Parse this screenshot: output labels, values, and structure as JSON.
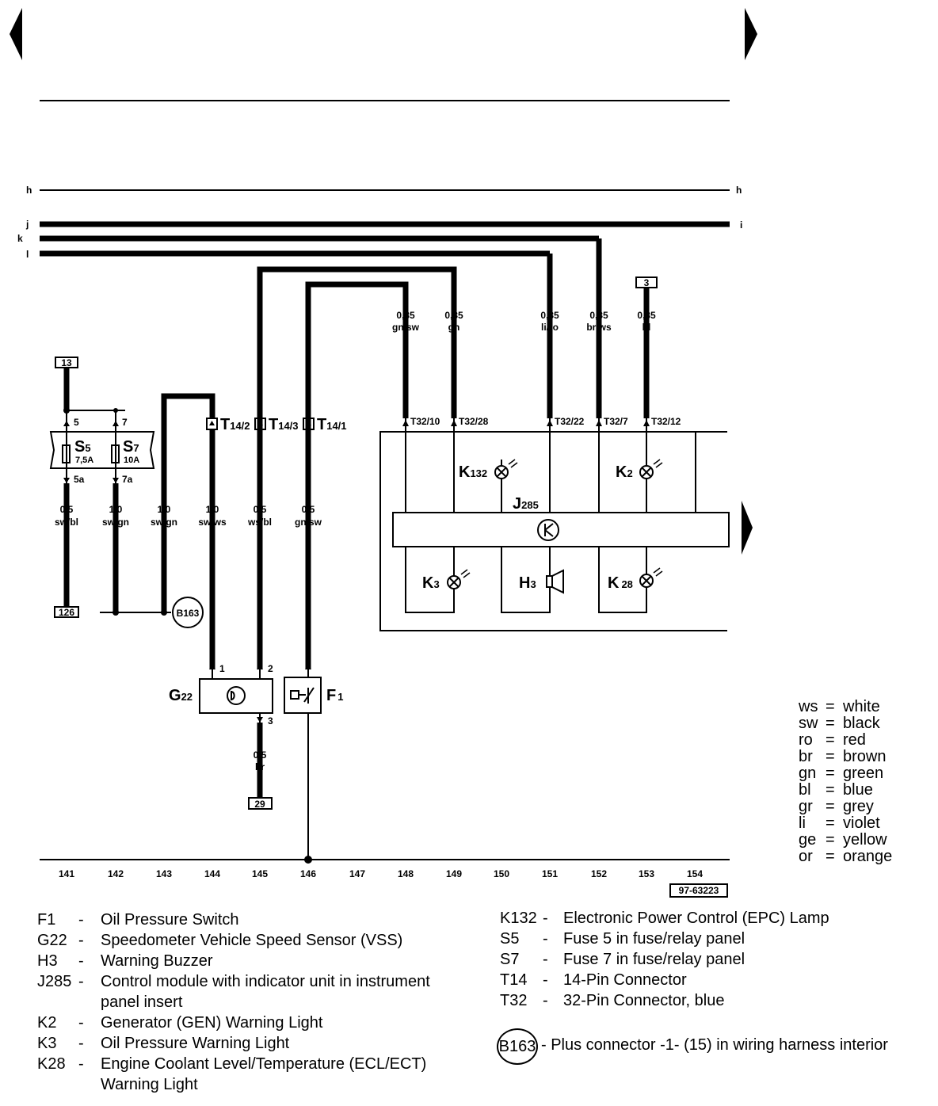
{
  "bus_labels": {
    "h": "h",
    "h_right": "h",
    "j": "j",
    "i": "i",
    "k": "k",
    "l": "l"
  },
  "terminals": {
    "t13": "13",
    "t126": "126",
    "t29": "29",
    "t3": "3"
  },
  "pins": {
    "p5": "5",
    "p7": "7",
    "p5a": "5a",
    "p7a": "7a",
    "p1": "1",
    "p2": "2",
    "p3": "3"
  },
  "fuses": {
    "s5": {
      "label": "S",
      "sub": "5",
      "rating": "7,5A"
    },
    "s7": {
      "label": "S",
      "sub": "7",
      "rating": "10A"
    }
  },
  "connectors": {
    "t14_2": {
      "label": "T",
      "sub": "14/2"
    },
    "t14_3": {
      "label": "T",
      "sub": "14/3"
    },
    "t14_1": {
      "label": "T",
      "sub": "14/1"
    },
    "t32_10": "T32/10",
    "t32_28": "T32/28",
    "t32_22": "T32/22",
    "t32_7": "T32/7",
    "t32_12": "T32/12"
  },
  "wires": {
    "w141": {
      "size": "0,5",
      "color": "sw/bl"
    },
    "w142": {
      "size": "1,0",
      "color": "sw/gn"
    },
    "w143": {
      "size": "1,0",
      "color": "sw/gn"
    },
    "w144": {
      "size": "1,0",
      "color": "sw/ws"
    },
    "w145": {
      "size": "0,5",
      "color": "ws/bl"
    },
    "w146": {
      "size": "0,5",
      "color": "gn/sw"
    },
    "w148": {
      "size": "0,35",
      "color": "gn/sw"
    },
    "w149": {
      "size": "0,35",
      "color": "gn"
    },
    "w151": {
      "size": "0,35",
      "color": "li/ro"
    },
    "w152": {
      "size": "0,35",
      "color": "br/ws"
    },
    "w153": {
      "size": "0,35",
      "color": "bl"
    },
    "w145b": {
      "size": "0,5",
      "color": "br"
    }
  },
  "components": {
    "k132": {
      "label": "K",
      "sub": "132"
    },
    "k2": {
      "label": "K",
      "sub": "2"
    },
    "j285": {
      "label": "J",
      "sub": "285"
    },
    "k3": {
      "label": "K",
      "sub": "3"
    },
    "h3": {
      "label": "H",
      "sub": "3"
    },
    "k28": {
      "label": "K",
      "sub": "28"
    },
    "g22": {
      "label": "G",
      "sub": "22"
    },
    "f1": {
      "label": "F",
      "sub": "1"
    },
    "b163": "B163"
  },
  "columns": [
    "141",
    "142",
    "143",
    "144",
    "145",
    "146",
    "147",
    "148",
    "149",
    "150",
    "151",
    "152",
    "153",
    "154"
  ],
  "ref_number": "97-63223",
  "color_legend": [
    {
      "code": "ws",
      "name": "white"
    },
    {
      "code": "sw",
      "name": "black"
    },
    {
      "code": "ro",
      "name": "red"
    },
    {
      "code": "br",
      "name": "brown"
    },
    {
      "code": "gn",
      "name": "green"
    },
    {
      "code": "bl",
      "name": "blue"
    },
    {
      "code": "gr",
      "name": "grey"
    },
    {
      "code": "li",
      "name": "violet"
    },
    {
      "code": "ge",
      "name": "yellow"
    },
    {
      "code": "or",
      "name": "orange"
    }
  ],
  "key_left": [
    {
      "code": "F1",
      "dash": "-",
      "desc": "Oil Pressure Switch"
    },
    {
      "code": "G22",
      "dash": "-",
      "desc": "Speedometer Vehicle Speed Sensor (VSS)"
    },
    {
      "code": "H3",
      "dash": "-",
      "desc": "Warning Buzzer"
    },
    {
      "code": "J285",
      "dash": "-",
      "desc": "Control module with indicator unit in instrument panel insert"
    },
    {
      "code": "K2",
      "dash": "-",
      "desc": "Generator (GEN) Warning Light"
    },
    {
      "code": "K3",
      "dash": "-",
      "desc": "Oil Pressure Warning Light"
    },
    {
      "code": "K28",
      "dash": "-",
      "desc": "Engine Coolant Level/Temperature (ECL/ECT) Warning Light"
    }
  ],
  "key_right": [
    {
      "code": "K132",
      "dash": "-",
      "desc": "Electronic Power Control (EPC) Lamp"
    },
    {
      "code": "S5",
      "dash": "-",
      "desc": "Fuse 5 in fuse/relay panel"
    },
    {
      "code": "S7",
      "dash": "-",
      "desc": "Fuse 7 in fuse/relay panel"
    },
    {
      "code": "T14",
      "dash": "-",
      "desc": "14-Pin Connector"
    },
    {
      "code": "T32",
      "dash": "-",
      "desc": "32-Pin Connector, blue"
    }
  ],
  "b163_key": {
    "badge": "B163",
    "desc": "-   Plus connector -1- (15) in wiring harness interior"
  }
}
